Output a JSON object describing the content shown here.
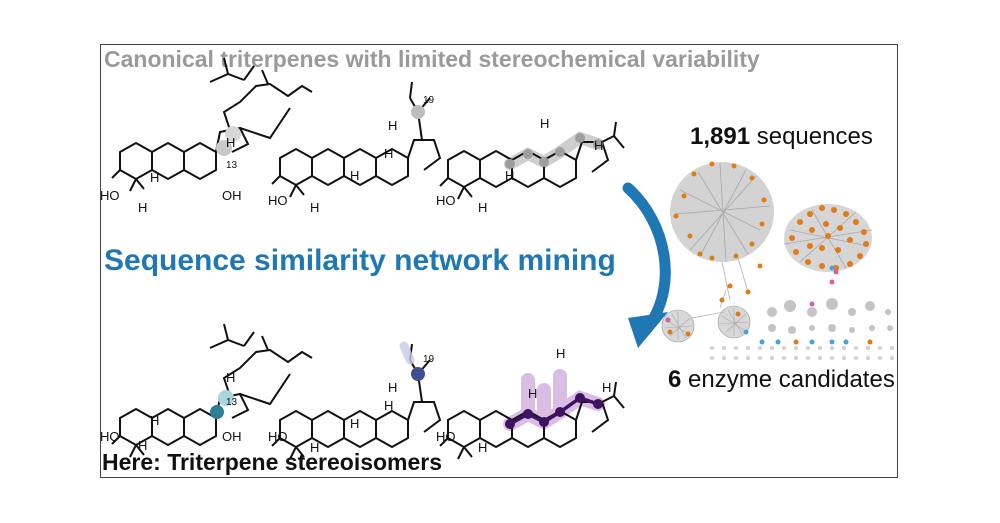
{
  "header": {
    "title": "Canonical triterpenes with limited stereochemical variability"
  },
  "middle": {
    "title": "Sequence similarity network mining"
  },
  "footer": {
    "title": "Here: Triterpene stereoisomers"
  },
  "network": {
    "sequence_count": "1,891",
    "sequence_label": "sequences",
    "enzyme_count": "6",
    "enzyme_label": "enzyme candidates"
  },
  "labels": {
    "ho": "HO",
    "oh": "OH",
    "h": "H",
    "c13": "13",
    "c19": "19"
  },
  "colors": {
    "frame": "#444444",
    "title_gray": "#9a9a9a",
    "accent_blue": "#1f78b4",
    "highlight_gray": "#bdbdbd",
    "teal": "#2c7f95",
    "slate_blue": "#3f4f8f",
    "purple": "#3d1260",
    "purple_glow": "#c7a3d6",
    "node_orange": "#e07b17",
    "node_blue": "#4aa3d8",
    "node_pink": "#d65ea8"
  }
}
